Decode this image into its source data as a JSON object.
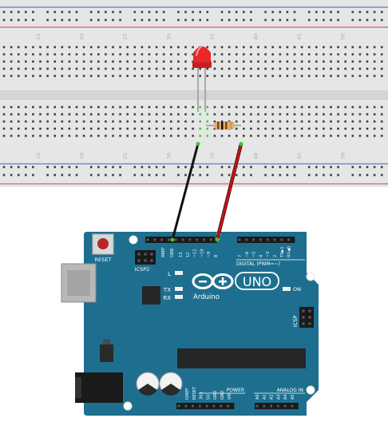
{
  "breadboard": {
    "column_numbers": [
      "15",
      "20",
      "25",
      "30",
      "35",
      "40",
      "45",
      "50"
    ],
    "colors": {
      "board": "#e6e6e6",
      "hole": "#3c3c3c",
      "highlight": "#33cc33",
      "rail_red": "#d64040",
      "rail_blue": "#3a5fd0",
      "number": "#b0b0b0"
    }
  },
  "components": {
    "led": {
      "color": "#e8282a"
    },
    "resistor": {
      "color": "#d9b47a",
      "bands": [
        "#8b4513",
        "#111111",
        "#8b4513",
        "#c8a040"
      ]
    },
    "wires": {
      "gnd_color": "#111111",
      "signal_color": "#d10f0f"
    }
  },
  "arduino": {
    "board_color": "#1e6f8f",
    "reset_label": "RESET",
    "icsp2_label": "ICSP2",
    "l_label": "L",
    "tx_label": "TX",
    "rx_label": "RX",
    "on_label": "ON",
    "brand": "Arduino",
    "model": "UNO",
    "icsp_label": "ICSP",
    "digital_label": "DIGITAL (PWM=~)",
    "power_label": "POWER",
    "analog_label": "ANALOG IN",
    "aref_label": "AREF",
    "gnd_label": "GND",
    "digital_pins": [
      "13",
      "12",
      "~11",
      "~10",
      "~9",
      "8",
      "7",
      "~6",
      "~5",
      "4",
      "~3",
      "2",
      "TX▶1",
      "RX◀0"
    ],
    "power_pins": [
      "IOREF",
      "RESET",
      "3V3",
      "5V",
      "GND",
      "GND",
      "VIN"
    ],
    "analog_pins": [
      "A0",
      "A1",
      "A2",
      "A3",
      "A4",
      "A5"
    ]
  }
}
